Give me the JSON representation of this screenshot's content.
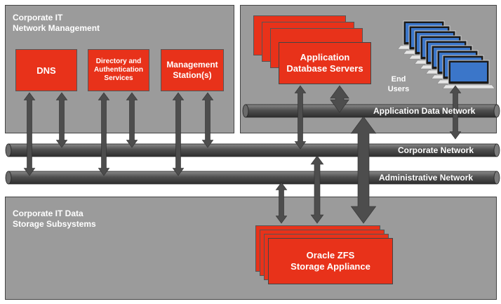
{
  "panels": {
    "network_mgmt_title": "Corporate IT\nNetwork Management",
    "storage_title": "Corporate IT Data\nStorage Subsystems"
  },
  "boxes": {
    "dns": "DNS",
    "directory": "Directory and\nAuthentication\nServices",
    "management": "Management\nStation(s)",
    "app_db": "Application\nDatabase Servers",
    "zfs": "Oracle ZFS\nStorage Appliance"
  },
  "end_users": "End\nUsers",
  "networks": {
    "app_data": "Application Data Network",
    "corporate": "Corporate Network",
    "admin": "Administrative Network"
  },
  "colors": {
    "panel": "#9b9b9b",
    "accent_red": "#e8321a",
    "pipe": "#5a5a5a",
    "arrow": "#4d4d4d"
  },
  "icons": [
    "laptop-icon",
    "double-arrow-icon",
    "network-pipe-icon"
  ]
}
